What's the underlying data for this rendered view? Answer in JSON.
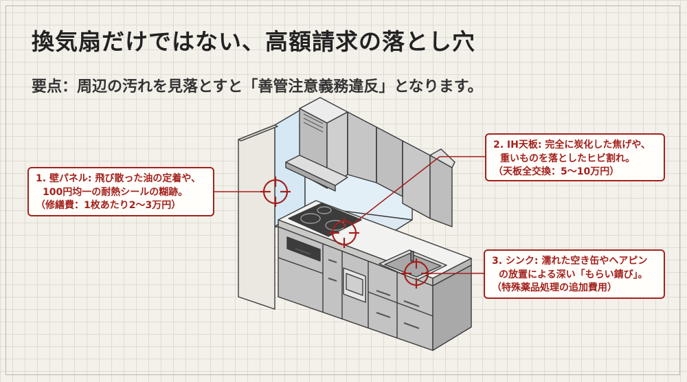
{
  "title": "換気扇だけではない、高額請求の落とし穴",
  "subtitle": "要点：周辺の汚れを見落とすと「善管注意義務違反」となります。",
  "callouts": [
    {
      "lines": [
        "1. 壁パネル: 飛び散った油の定着や、",
        "100円均一の耐熱シールの糊跡。",
        "（修繕費：1枚あたり2〜3万円）"
      ]
    },
    {
      "lines": [
        "2. IH天板: 完全に炭化した焦げや、",
        "重いものを落としたヒビ割れ。",
        "（天板全交換：5〜10万円）"
      ]
    },
    {
      "lines": [
        "3. シンク: 濡れた空き缶やヘアピン",
        "の放置による深い「もらい錆び」。",
        "（特殊薬品処理の追加費用）"
      ]
    }
  ],
  "colors": {
    "accent": "#a3211c",
    "background": "#f4f1ea",
    "panel": "#d5e8f4"
  }
}
